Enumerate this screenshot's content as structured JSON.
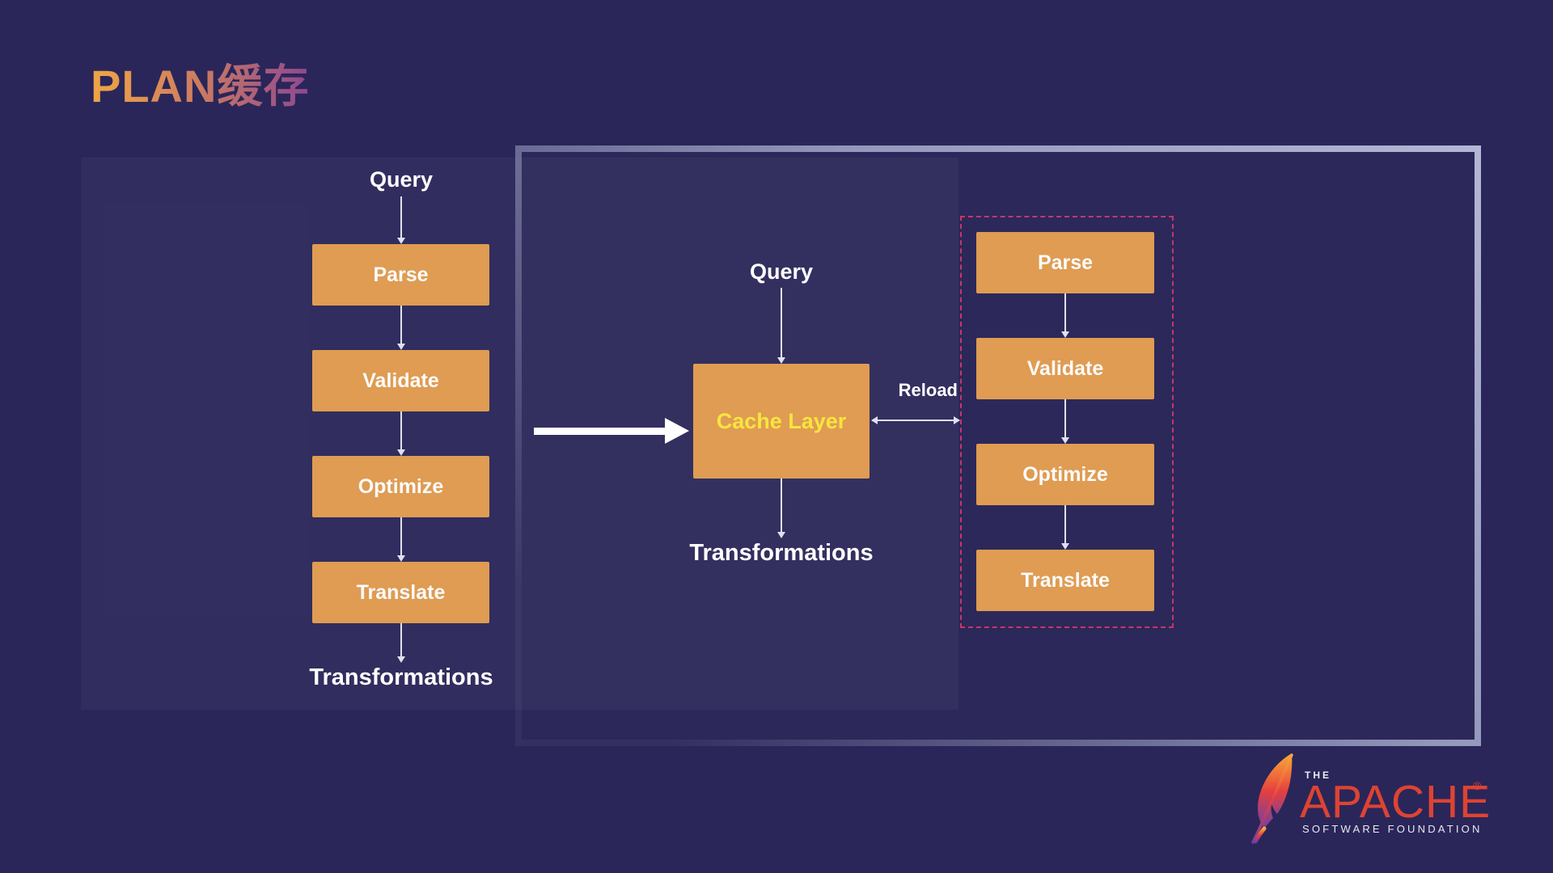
{
  "title": "PLAN缓存",
  "left_flow": {
    "input_label": "Query",
    "steps": [
      "Parse",
      "Validate",
      "Optimize",
      "Translate"
    ],
    "output_label": "Transformations"
  },
  "cache_flow": {
    "input_label": "Query",
    "cache_label": "Cache Layer",
    "output_label": "Transformations",
    "reload_label": "Reload"
  },
  "right_flow": {
    "steps": [
      "Parse",
      "Validate",
      "Optimize",
      "Translate"
    ]
  },
  "logo": {
    "prefix": "THE",
    "name": "APACHE",
    "registered": "®",
    "subtitle": "SOFTWARE FOUNDATION"
  },
  "colors": {
    "background": "#2A2659",
    "backdrop_panel": "rgba(255,255,255,0.035)",
    "frame_border": "#9498BC",
    "step_box": "#DF9C52",
    "step_text": "#FBFBFD",
    "cache_text": "#F8E540",
    "dashed_border": "#C73667",
    "connector": "#DFE0F0",
    "big_arrow": "#FFFFFF",
    "apache_red": "#DE4332",
    "title_gradient_start": "#EFA646",
    "title_gradient_end": "#8E4890"
  }
}
